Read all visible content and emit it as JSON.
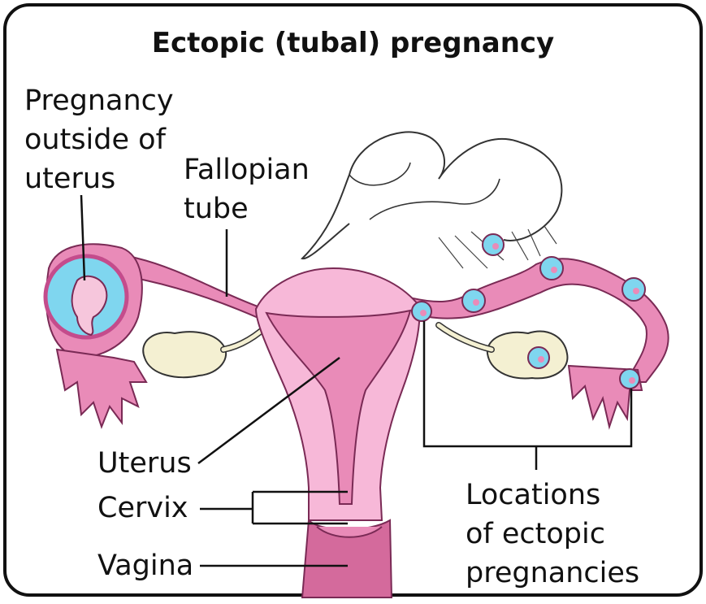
{
  "title": "Ectopic (tubal) pregnancy",
  "labels": {
    "pregnancy_outside": [
      "Pregnancy",
      "outside of",
      "uterus"
    ],
    "fallopian_tube": [
      "Fallopian",
      "tube"
    ],
    "uterus": "Uterus",
    "cervix": "Cervix",
    "vagina": "Vagina",
    "locations": [
      "Locations",
      "of ectopic",
      "pregnancies"
    ]
  },
  "colors": {
    "frame": "#111111",
    "tissue_light": "#f7b8d8",
    "tissue_mid": "#e98bb8",
    "tissue_dark": "#d46a9c",
    "amniotic": "#7fd6ef",
    "embryo": "#f6c6dc",
    "ovary": "#f4f0d2",
    "outline": "#7a2a55"
  }
}
